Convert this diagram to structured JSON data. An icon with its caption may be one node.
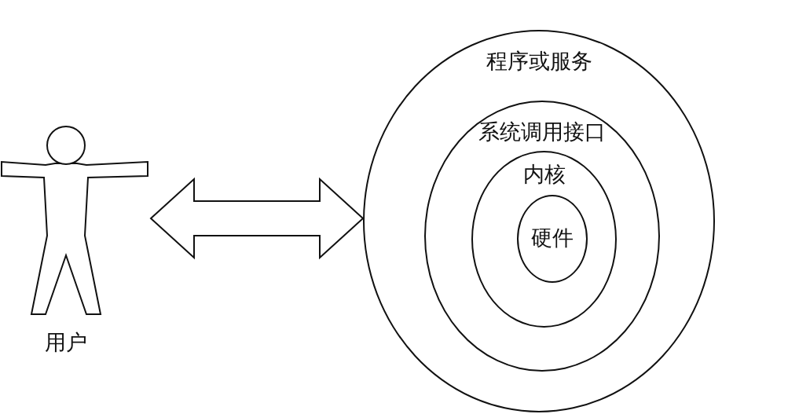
{
  "diagram": {
    "nodes": [
      {
        "text": [
          "用户"
        ]
      },
      {
        "text": [
          "程序或服务"
        ]
      },
      {
        "text": [
          "系统调用接口"
        ],
        "in": 1
      },
      {
        "text": [
          "内核"
        ],
        "in": 2
      },
      {
        "text": [
          "硬件"
        ],
        "in": 3
      }
    ],
    "edges": [
      {
        "from": 0,
        "to": 1,
        "arrow": "both"
      }
    ]
  }
}
